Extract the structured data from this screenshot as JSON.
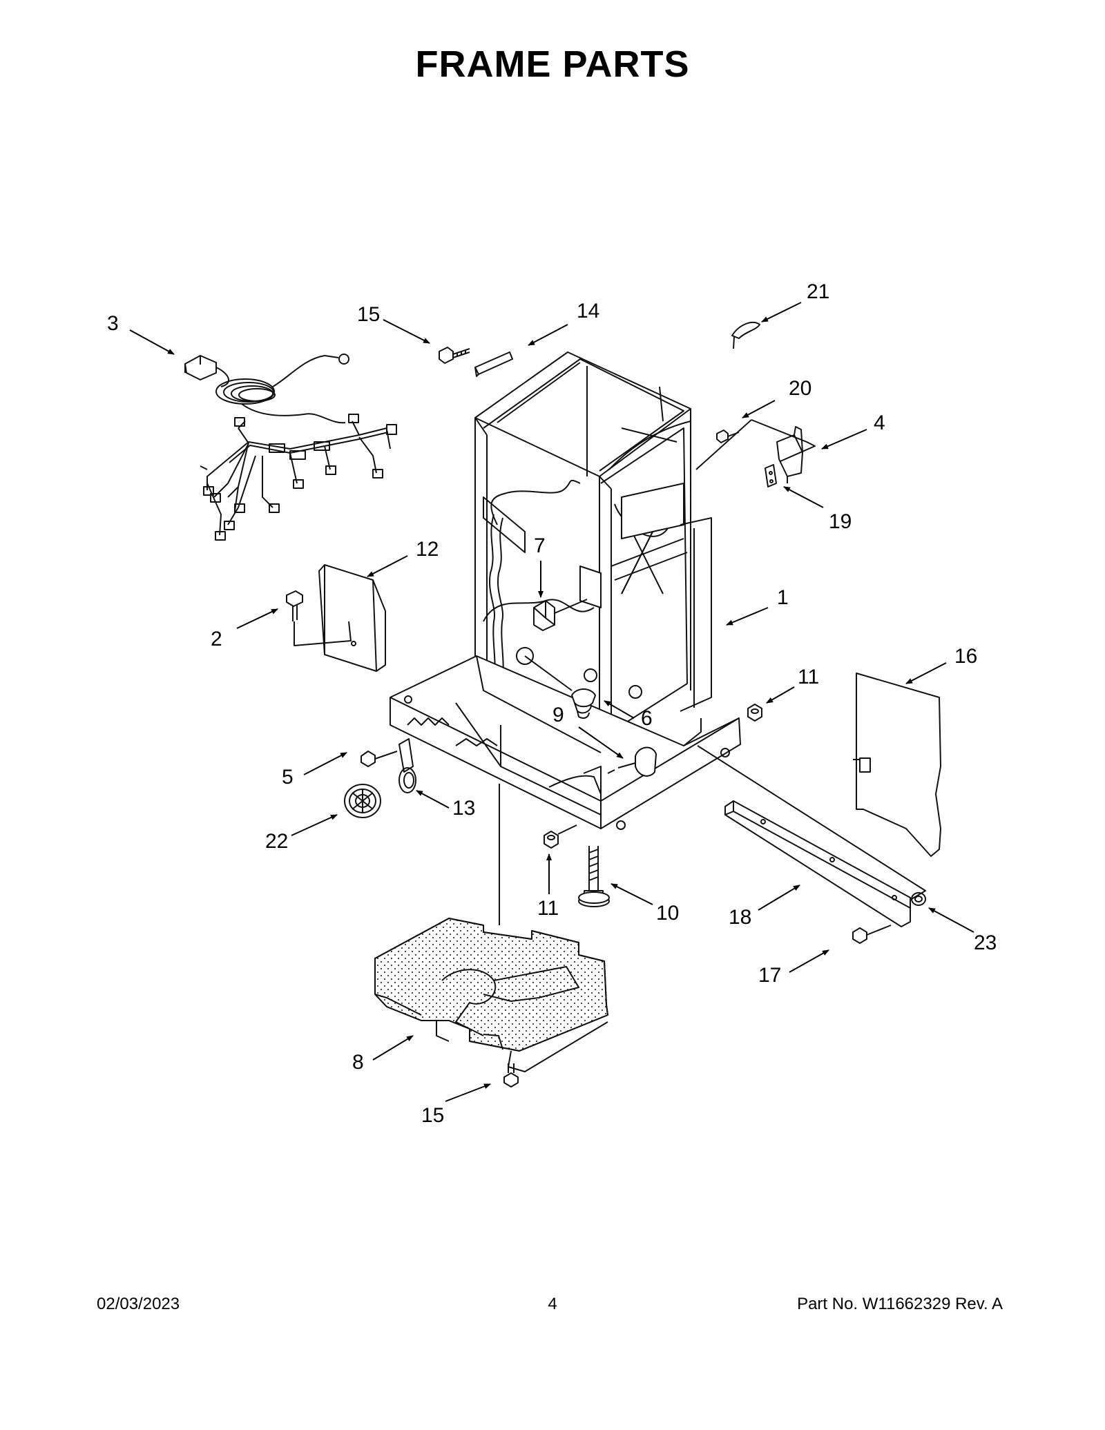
{
  "title": "FRAME  PARTS",
  "callouts": [
    "3",
    "15",
    "14",
    "21",
    "20",
    "4",
    "19",
    "7",
    "12",
    "2",
    "1",
    "11",
    "16",
    "9",
    "6",
    "5",
    "13",
    "22",
    "11",
    "10",
    "18",
    "23",
    "17",
    "8",
    "15"
  ],
  "footer": {
    "date": "02/03/2023",
    "page": "4",
    "part": "Part No.  W11662329  Rev.  A"
  }
}
